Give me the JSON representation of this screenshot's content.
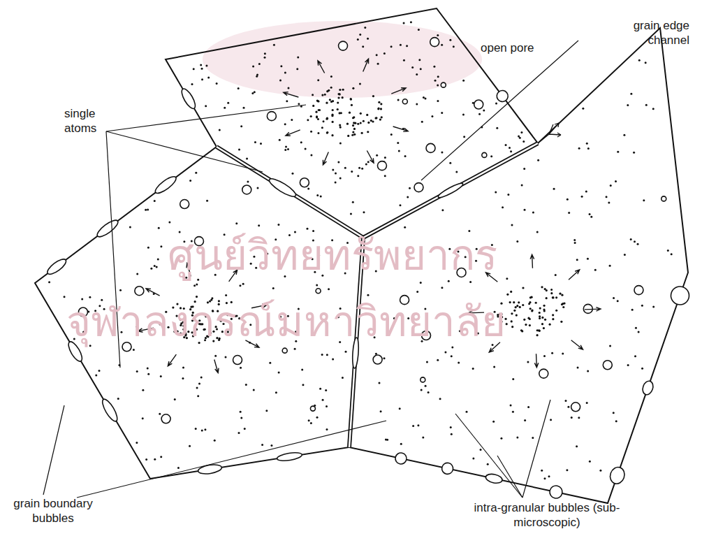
{
  "diagram": {
    "labels": [
      "single atoms",
      "open pore",
      "grain edge channel",
      "grain boundary bubbles",
      "intra-granular bubbles (sub-microscopic)",
      "ศูนย์วิทยทรัพยากร",
      "จุฬาลงกรณ์มหาวิทยาลัย"
    ]
  }
}
